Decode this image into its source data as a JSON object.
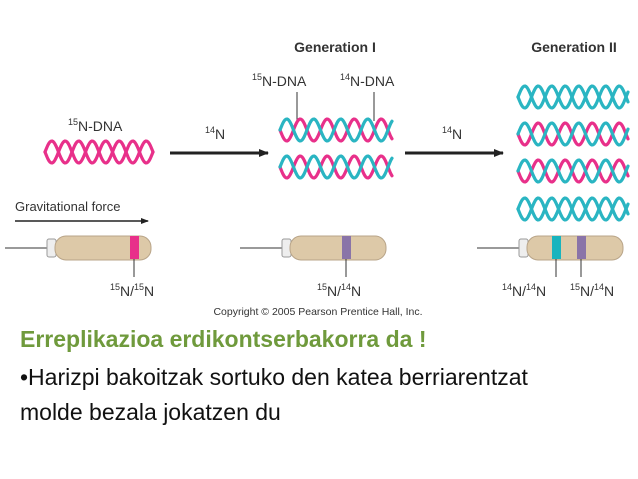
{
  "diagram": {
    "parent": {
      "dna_label": {
        "mass": "15",
        "text": "N-DNA"
      },
      "band_label": {
        "a": "15",
        "b": "15"
      }
    },
    "arrow_1": {
      "mass": "14",
      "symbol": "N"
    },
    "arrow_2": {
      "mass": "14",
      "symbol": "N"
    },
    "generation_1": {
      "title": "Generation I",
      "strand_labels": [
        {
          "mass": "15",
          "text": "N-DNA"
        },
        {
          "mass": "14",
          "text": "N-DNA"
        }
      ],
      "band_label": {
        "a": "15",
        "b": "14"
      }
    },
    "generation_2": {
      "title": "Generation II",
      "band_labels": [
        {
          "a": "14",
          "b": "14"
        },
        {
          "a": "15",
          "b": "14"
        }
      ]
    },
    "gravitational_force": "Gravitational force",
    "copyright": "Copyright © 2005 Pearson Prentice Hall, Inc.",
    "colors": {
      "heavy_strand": "#e8308a",
      "light_strand": "#2ab5c2",
      "band_heavy": "#e8308a",
      "band_hybrid": "#8a74a8",
      "band_light": "#19b4be",
      "tube": "#ddc9a8"
    }
  },
  "text": {
    "heading": "Erreplikazioa erdikontserbakorra da !",
    "bullet_line_1": "•Harizpi bakoitzak sortuko den katea berriarentzat",
    "bullet_line_2": "molde bezala jokatzen du"
  }
}
